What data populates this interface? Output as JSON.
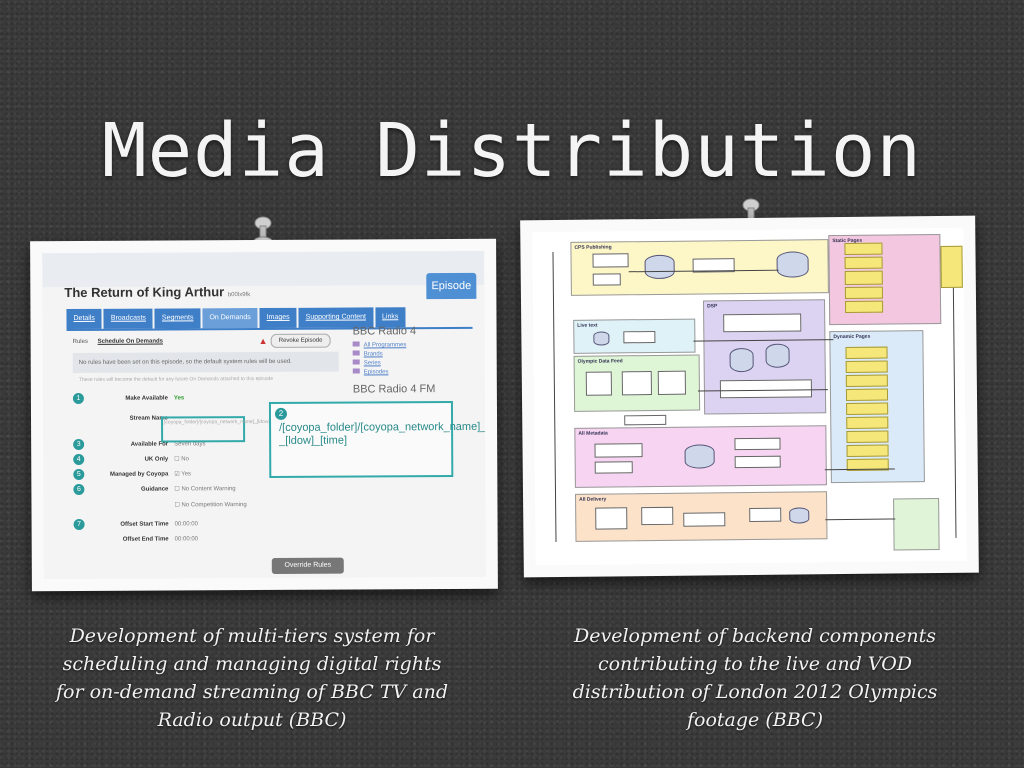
{
  "slide": {
    "title": "Media Distribution"
  },
  "left_card": {
    "programme": "The Return of King Arthur",
    "programme_id": "b00lx9fk",
    "episode_tab": "Episode",
    "tabs": [
      "Details",
      "Broadcasts",
      "Segments",
      "On Demands",
      "Images",
      "Supporting Content",
      "Links"
    ],
    "active_tab": "On Demands",
    "rules_label": "Rules",
    "rules_link": "Schedule On Demands",
    "revoke_button": "Revoke Episode",
    "notice": "No rules have been set on this episode, so the default system rules will be used.",
    "faint_note": "These rules will become the default for any future On Demands attached to this episode",
    "fields": [
      {
        "num": "1",
        "label": "Make Available",
        "value": "Yes"
      },
      {
        "num": "",
        "label": "Stream Name",
        "value": ""
      },
      {
        "num": "3",
        "label": "Available For",
        "value": "Seven days"
      },
      {
        "num": "4",
        "label": "UK Only",
        "value": "No"
      },
      {
        "num": "5",
        "label": "Managed by Coyopa",
        "value": "Yes"
      },
      {
        "num": "6",
        "label": "Guidance",
        "value": "No Content Warning"
      },
      {
        "num": "",
        "label": "",
        "value": "No Competition Warning"
      },
      {
        "num": "7",
        "label": "Offset Start Time",
        "value": "00:00:00"
      },
      {
        "num": "",
        "label": "Offset End Time",
        "value": "00:00:00"
      }
    ],
    "stream_small": "[coyopa_folder]/[coyopa_network_name]_[ldow]_[time]",
    "callout_num": "2",
    "callout_text": "/[coyopa_folder]/[coyopa_network_name]_-_[ldow]_[time]",
    "sidebar": {
      "title": "BBC Radio 4",
      "links": [
        "All Programmes",
        "Brands",
        "Series",
        "Episodes"
      ],
      "title2": "BBC Radio 4 FM"
    },
    "override_button": "Override Rules",
    "caption": "Development of multi-tiers system for scheduling and managing digital rights for on-demand streaming of BBC TV and Radio output (BBC)"
  },
  "right_card": {
    "sections": [
      "CPS Publishing",
      "Static Pages",
      "Live text",
      "DSP",
      "Olympic Data Feed",
      "Dynamic Pages",
      "All Metadata",
      "All Delivery"
    ],
    "caption": "Development of backend components contributing to the  live and VOD distribution of London 2012 Olympics footage (BBC)"
  }
}
